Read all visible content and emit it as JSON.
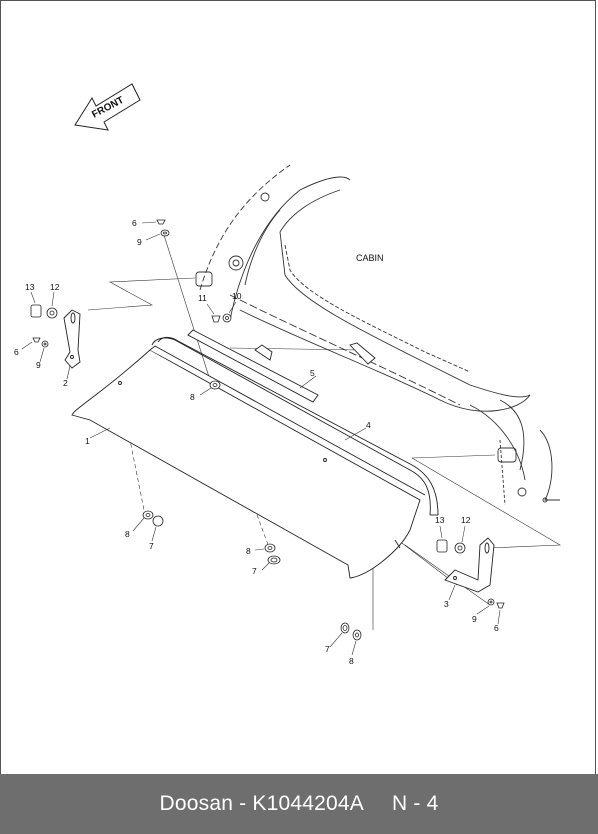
{
  "diagram": {
    "front_label": "FRONT",
    "cabin_label": "CABIN",
    "callouts": [
      "1",
      "2",
      "3",
      "4",
      "5",
      "6",
      "6",
      "6",
      "7",
      "7",
      "7",
      "8",
      "8",
      "8",
      "8",
      "9",
      "9",
      "9",
      "10",
      "11",
      "12",
      "12",
      "13",
      "13"
    ]
  },
  "footer": {
    "brand": "Doosan - K1044204A",
    "page": "N - 4"
  },
  "colors": {
    "line": "#222222",
    "footer_bg": "#6e6e6e",
    "footer_text": "#ffffff"
  }
}
